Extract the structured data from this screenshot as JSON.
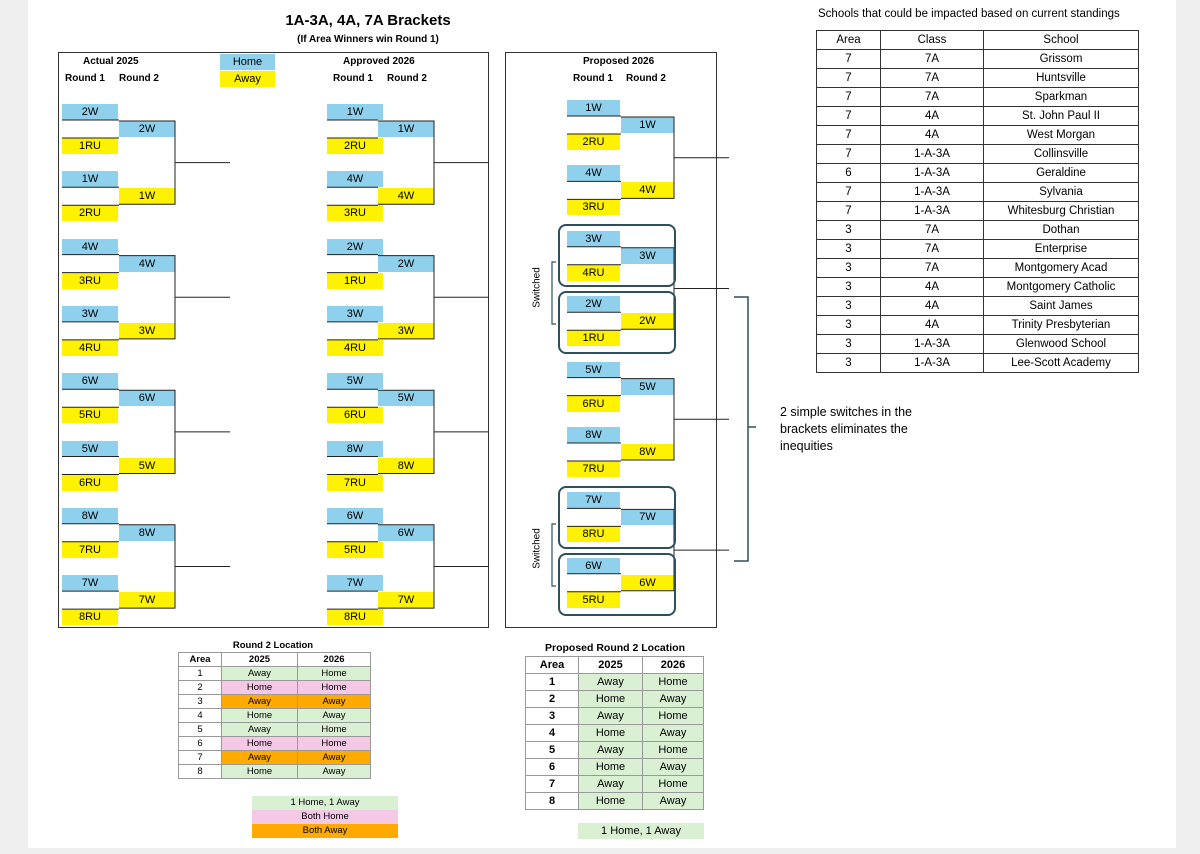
{
  "title": "1A-3A, 4A, 7A Brackets",
  "subtitle": "(If Area Winners win Round 1)",
  "legend": {
    "home": "Home",
    "away": "Away"
  },
  "round_labels": {
    "r1": "Round 1",
    "r2": "Round 2"
  },
  "actual2025": {
    "heading": "Actual 2025",
    "games": [
      {
        "top": "2W",
        "bottom": "1RU",
        "winner": "2W",
        "winner_color": "b"
      },
      {
        "top": "1W",
        "bottom": "2RU",
        "winner": "1W",
        "winner_color": "y"
      },
      {
        "top": "4W",
        "bottom": "3RU",
        "winner": "4W",
        "winner_color": "b"
      },
      {
        "top": "3W",
        "bottom": "4RU",
        "winner": "3W",
        "winner_color": "y"
      },
      {
        "top": "6W",
        "bottom": "5RU",
        "winner": "6W",
        "winner_color": "b"
      },
      {
        "top": "5W",
        "bottom": "6RU",
        "winner": "5W",
        "winner_color": "y"
      },
      {
        "top": "8W",
        "bottom": "7RU",
        "winner": "8W",
        "winner_color": "b"
      },
      {
        "top": "7W",
        "bottom": "8RU",
        "winner": "7W",
        "winner_color": "y"
      }
    ]
  },
  "approved2026": {
    "heading": "Approved 2026",
    "games": [
      {
        "top": "1W",
        "bottom": "2RU",
        "winner": "1W",
        "winner_color": "b"
      },
      {
        "top": "4W",
        "bottom": "3RU",
        "winner": "4W",
        "winner_color": "y"
      },
      {
        "top": "2W",
        "bottom": "1RU",
        "winner": "2W",
        "winner_color": "b"
      },
      {
        "top": "3W",
        "bottom": "4RU",
        "winner": "3W",
        "winner_color": "y"
      },
      {
        "top": "5W",
        "bottom": "6RU",
        "winner": "5W",
        "winner_color": "b"
      },
      {
        "top": "8W",
        "bottom": "7RU",
        "winner": "8W",
        "winner_color": "y"
      },
      {
        "top": "6W",
        "bottom": "5RU",
        "winner": "6W",
        "winner_color": "b"
      },
      {
        "top": "7W",
        "bottom": "8RU",
        "winner": "7W",
        "winner_color": "y"
      }
    ]
  },
  "proposed2026": {
    "heading": "Proposed 2026",
    "switched_label": "Switched",
    "games": [
      {
        "top": "1W",
        "bottom": "2RU",
        "winner": "1W",
        "winner_color": "b"
      },
      {
        "top": "4W",
        "bottom": "3RU",
        "winner": "4W",
        "winner_color": "y"
      },
      {
        "top": "3W",
        "bottom": "4RU",
        "winner": "3W",
        "winner_color": "b"
      },
      {
        "top": "2W",
        "bottom": "1RU",
        "winner": "2W",
        "winner_color": "y"
      },
      {
        "top": "5W",
        "bottom": "6RU",
        "winner": "5W",
        "winner_color": "b"
      },
      {
        "top": "8W",
        "bottom": "7RU",
        "winner": "8W",
        "winner_color": "y"
      },
      {
        "top": "7W",
        "bottom": "8RU",
        "winner": "7W",
        "winner_color": "b"
      },
      {
        "top": "6W",
        "bottom": "5RU",
        "winner": "6W",
        "winner_color": "y"
      }
    ]
  },
  "annotation": "2 simple switches in the brackets eliminates the inequities",
  "standings": {
    "caption": "Schools that could be impacted based on current standings",
    "headers": [
      "Area",
      "Class",
      "School"
    ],
    "rows": [
      [
        "7",
        "7A",
        "Grissom"
      ],
      [
        "7",
        "7A",
        "Huntsville"
      ],
      [
        "7",
        "7A",
        "Sparkman"
      ],
      [
        "7",
        "4A",
        "St. John Paul II"
      ],
      [
        "7",
        "4A",
        "West Morgan"
      ],
      [
        "7",
        "1-A-3A",
        "Collinsville"
      ],
      [
        "6",
        "1-A-3A",
        "Geraldine"
      ],
      [
        "7",
        "1-A-3A",
        "Sylvania"
      ],
      [
        "7",
        "1-A-3A",
        "Whitesburg Christian"
      ],
      [
        "3",
        "7A",
        "Dothan"
      ],
      [
        "3",
        "7A",
        "Enterprise"
      ],
      [
        "3",
        "7A",
        "Montgomery Acad"
      ],
      [
        "3",
        "4A",
        "Montgomery Catholic"
      ],
      [
        "3",
        "4A",
        "Saint James"
      ],
      [
        "3",
        "4A",
        "Trinity Presbyterian"
      ],
      [
        "3",
        "1-A-3A",
        "Glenwood School"
      ],
      [
        "3",
        "1-A-3A",
        "Lee-Scott Academy"
      ]
    ]
  },
  "round2_location": {
    "title": "Round 2 Location",
    "headers": [
      "Area",
      "2025",
      "2026"
    ],
    "rows": [
      {
        "area": "1",
        "y2025": "Away",
        "y2026": "Home",
        "color": "green"
      },
      {
        "area": "2",
        "y2025": "Home",
        "y2026": "Home",
        "color": "pink"
      },
      {
        "area": "3",
        "y2025": "Away",
        "y2026": "Away",
        "color": "orange"
      },
      {
        "area": "4",
        "y2025": "Home",
        "y2026": "Away",
        "color": "green"
      },
      {
        "area": "5",
        "y2025": "Away",
        "y2026": "Home",
        "color": "green"
      },
      {
        "area": "6",
        "y2025": "Home",
        "y2026": "Home",
        "color": "pink"
      },
      {
        "area": "7",
        "y2025": "Away",
        "y2026": "Away",
        "color": "orange"
      },
      {
        "area": "8",
        "y2025": "Home",
        "y2026": "Away",
        "color": "green"
      }
    ],
    "key": [
      {
        "label": "1 Home, 1 Away",
        "color": "green"
      },
      {
        "label": "Both Home",
        "color": "pink"
      },
      {
        "label": "Both Away",
        "color": "orange"
      }
    ]
  },
  "proposed_round2_location": {
    "title": "Proposed Round 2 Location",
    "headers": [
      "Area",
      "2025",
      "2026"
    ],
    "rows": [
      {
        "area": "1",
        "y2025": "Away",
        "y2026": "Home"
      },
      {
        "area": "2",
        "y2025": "Home",
        "y2026": "Away"
      },
      {
        "area": "3",
        "y2025": "Away",
        "y2026": "Home"
      },
      {
        "area": "4",
        "y2025": "Home",
        "y2026": "Away"
      },
      {
        "area": "5",
        "y2025": "Away",
        "y2026": "Home"
      },
      {
        "area": "6",
        "y2025": "Home",
        "y2026": "Away"
      },
      {
        "area": "7",
        "y2025": "Away",
        "y2026": "Home"
      },
      {
        "area": "8",
        "y2025": "Home",
        "y2026": "Away"
      }
    ],
    "key": "1 Home, 1 Away"
  },
  "colors": {
    "home": "#8fd0ec",
    "away": "#fff200",
    "green": "#d9f0d3",
    "pink": "#f5c9e6",
    "orange": "#ffaa00"
  }
}
